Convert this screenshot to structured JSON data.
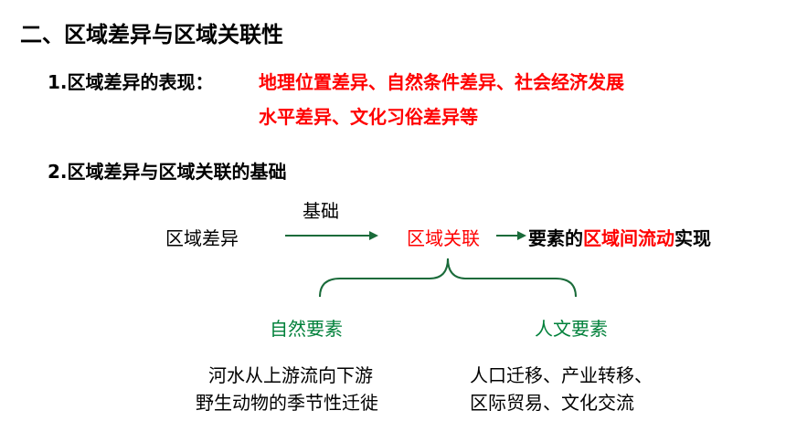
{
  "heading": "二、区域差异与区域关联性",
  "point1": {
    "label": "1.区域差异的表现：",
    "red_line1": "地理位置差异、自然条件差异、社会经济发展",
    "red_line2": "水平差异、文化习俗差异等"
  },
  "point2": {
    "label": "2.区域差异与区域关联的基础"
  },
  "diagram": {
    "left_node": "区域差异",
    "arrow_label": "基础",
    "mid_node": "区域关联",
    "result_prefix": "要素的",
    "result_highlight": "区域间流动",
    "result_suffix": "实现",
    "natural": {
      "title": "自然要素",
      "line1": "河水从上游流向下游",
      "line2": "野生动物的季节性迁徙"
    },
    "human": {
      "title": "人文要素",
      "line1": "人口迁移、产业转移、",
      "line2": "区际贸易、文化交流"
    }
  },
  "colors": {
    "red": "#ff0000",
    "green": "#00803a",
    "arrow": "#1a6b3a"
  }
}
